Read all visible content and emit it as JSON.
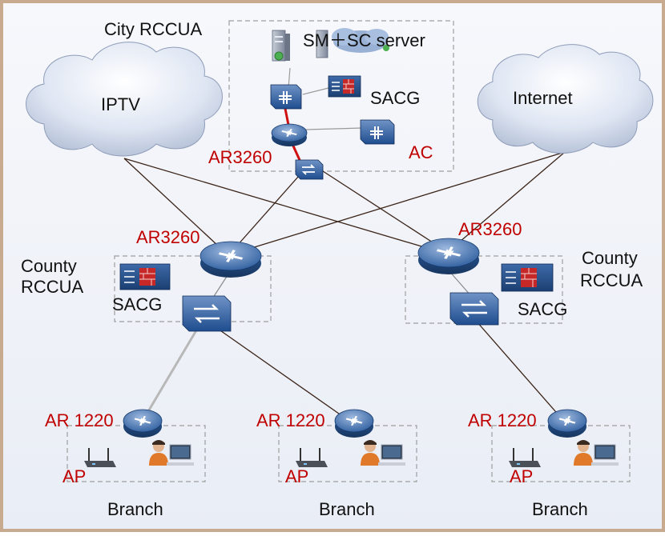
{
  "diagram": {
    "colors": {
      "border": "#c8ab8f",
      "background": "#eef1f8",
      "dashed_box": "#9e9e9e",
      "link": "#3b2418",
      "red_link": "#d01010",
      "uplink": "#b8b8b8",
      "label_black": "#111111",
      "label_red": "#c00000",
      "cloud": "#a5b3cf"
    },
    "clouds": {
      "iptv": "IPTV",
      "internet": "Internet"
    },
    "city": {
      "title": "City RCCUA",
      "server_label": "SM＋SC server",
      "sacg_label": "SACG",
      "ac_label": "AC",
      "router_label": "AR3260"
    },
    "county_left": {
      "title_line1": "County",
      "title_line2": "RCCUA",
      "router_label": "AR3260",
      "sacg_label": "SACG"
    },
    "county_right": {
      "title_line1": "County",
      "title_line2": "RCCUA",
      "router_label": "AR3260",
      "sacg_label": "SACG"
    },
    "branches": [
      {
        "router_label": "AR 1220",
        "ap_label": "AP",
        "name": "Branch"
      },
      {
        "router_label": "AR 1220",
        "ap_label": "AP",
        "name": "Branch"
      },
      {
        "router_label": "AR 1220",
        "ap_label": "AP",
        "name": "Branch"
      }
    ],
    "icons": [
      "cloud-icon",
      "server-icon",
      "switch-icon",
      "router-icon",
      "firewall-icon",
      "access-point-icon",
      "user-workstation-icon"
    ]
  }
}
